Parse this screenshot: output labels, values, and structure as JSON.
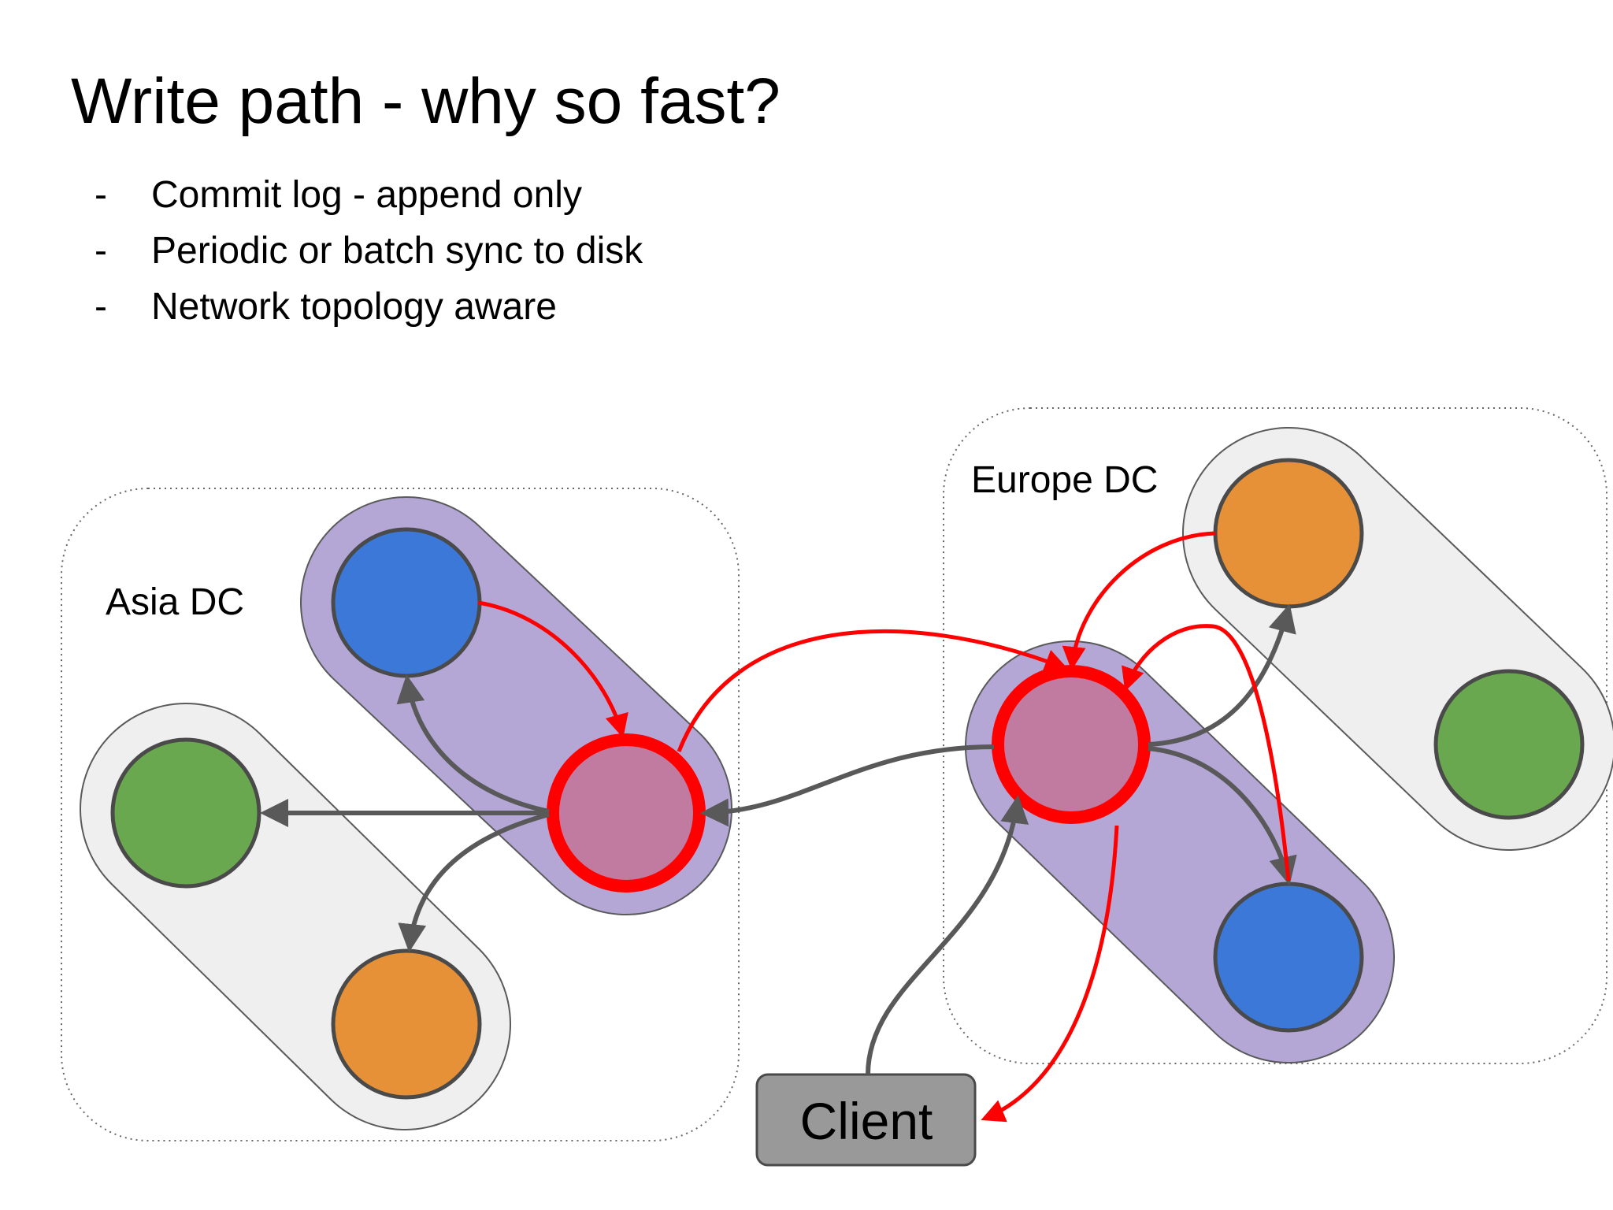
{
  "slide": {
    "title": "Write path - why so fast?",
    "bullet_marker": "-",
    "bullets": [
      "Commit log - append only",
      "Periodic or batch sync to disk",
      "Network topology aware"
    ]
  },
  "diagram": {
    "datacenters": [
      {
        "id": "asia",
        "label": "Asia DC"
      },
      {
        "id": "europe",
        "label": "Europe DC"
      }
    ],
    "client_label": "Client",
    "colors": {
      "blue_node": "#3c78d8",
      "green_node": "#6aa84f",
      "orange_node": "#e69138",
      "coordinator_node": "#c27ba0",
      "coordinator_ring": "#ff0000",
      "active_rack": "#b4a7d6",
      "idle_rack": "#efeff0",
      "gray_arrow": "#595959",
      "red_arrow": "#ff0000",
      "client_box": "#999999"
    }
  }
}
